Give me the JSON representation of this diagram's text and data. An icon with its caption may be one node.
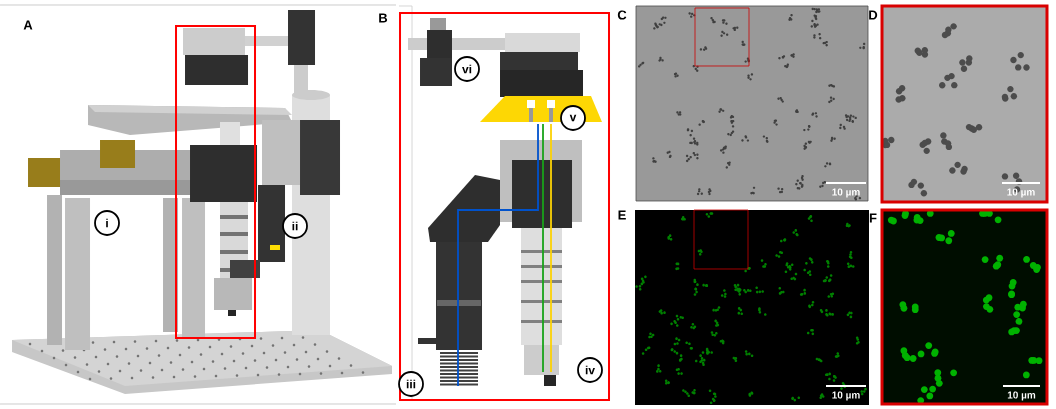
{
  "diagram": {
    "nodes": [
      {
        "text": [
          "i"
        ]
      },
      {
        "text": [
          "ii"
        ]
      },
      {
        "text": [
          "vi"
        ]
      },
      {
        "text": [
          "v"
        ]
      },
      {
        "text": [
          "iii"
        ]
      },
      {
        "text": [
          "iv"
        ]
      }
    ],
    "edges": [],
    "labels": [
      "A",
      "B",
      "C",
      "D",
      "10 µm",
      "10 µm",
      "E",
      "F",
      "10 µm",
      "10 µm"
    ]
  }
}
